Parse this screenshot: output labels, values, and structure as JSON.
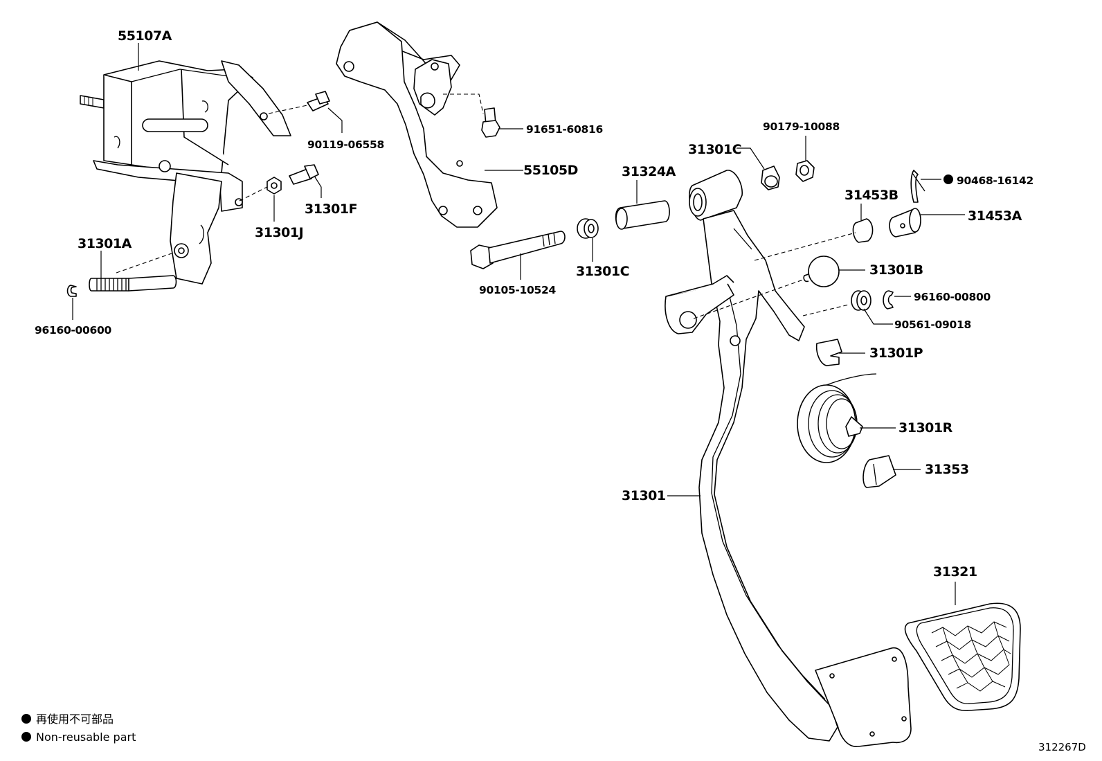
{
  "labels": {
    "p55107A": "55107A",
    "p90119_06558": "90119-06558",
    "p31301F": "31301F",
    "p31301J": "31301J",
    "p31301A": "31301A",
    "p96160_00600": "96160-00600",
    "p91651_60816": "91651-60816",
    "p55105D": "55105D",
    "p90105_10524": "90105-10524",
    "p31301C_lower": "31301C",
    "p31324A": "31324A",
    "p31301C_upper": "31301C",
    "p90179_10088": "90179-10088",
    "p90468_16142": "90468-16142",
    "p31453B": "31453B",
    "p31453A": "31453A",
    "p31301B": "31301B",
    "p96160_00800": "96160-00800",
    "p90561_09018": "90561-09018",
    "p31301P": "31301P",
    "p31301R": "31301R",
    "p31353": "31353",
    "p31301": "31301",
    "p31321": "31321"
  },
  "legend": {
    "japanese": "再使用不可部品",
    "english": "Non-reusable part"
  },
  "diagram_code": "312267D",
  "icons": {
    "non_reusable_marker": "filled-circle"
  }
}
